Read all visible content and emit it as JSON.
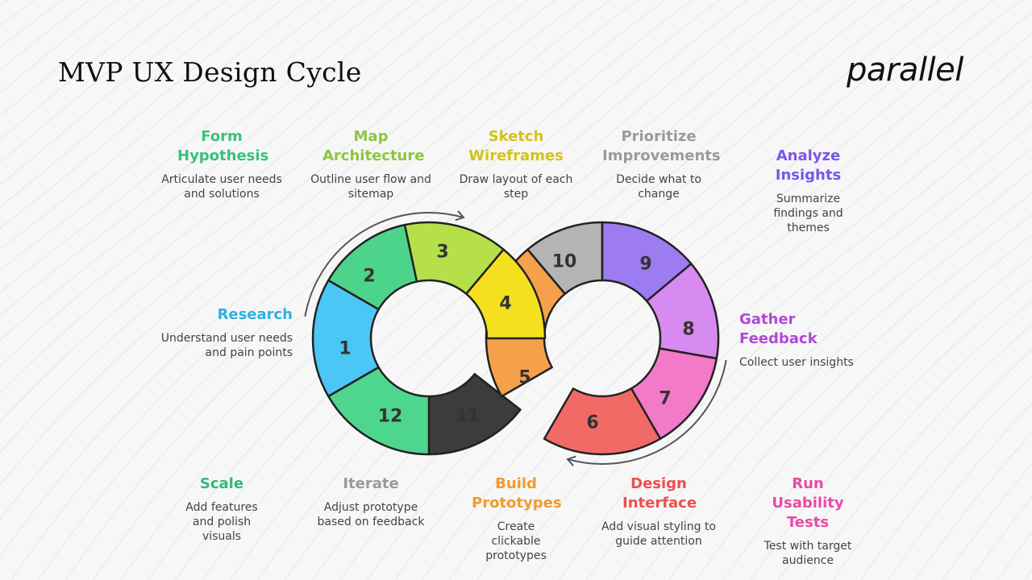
{
  "title": "MVP UX Design Cycle",
  "logo": "parallel",
  "steps": [
    {
      "num": "1",
      "heading": "Research",
      "desc": "Understand user needs and pain points",
      "color": "#2bb3e0",
      "fill": "#4cc6f5"
    },
    {
      "num": "2",
      "heading": "Form Hypothesis",
      "desc": "Articulate user needs and solutions",
      "color": "#3cc07a",
      "fill": "#4cd48a"
    },
    {
      "num": "3",
      "heading": "Map Architecture",
      "desc": "Outline user flow and sitemap",
      "color": "#8dc63f",
      "fill": "#b5e04a"
    },
    {
      "num": "4",
      "heading": "Sketch Wireframes",
      "desc": "Draw layout of each step",
      "color": "#d4c21a",
      "fill": "#f5e020"
    },
    {
      "num": "5",
      "heading": "Build Prototypes",
      "desc": "Create clickable prototypes",
      "color": "#f29a2e",
      "fill": "#f5a04a"
    },
    {
      "num": "6",
      "heading": "Design Interface",
      "desc": "Add visual styling to guide attention",
      "color": "#ef4e4e",
      "fill": "#f26a66"
    },
    {
      "num": "7",
      "heading": "Run Usability Tests",
      "desc": "Test with target audience",
      "color": "#e94aa6",
      "fill": "#f27ac8"
    },
    {
      "num": "8",
      "heading": "Gather Feedback",
      "desc": "Collect user insights",
      "color": "#b048d8",
      "fill": "#d78af0"
    },
    {
      "num": "9",
      "heading": "Analyze Insights",
      "desc": "Summarize findings and themes",
      "color": "#7a55e8",
      "fill": "#9c7cf0"
    },
    {
      "num": "10",
      "heading": "Prioritize Improvements",
      "desc": "Decide what to change",
      "color": "#9a9a9a",
      "fill": "#b4b4b4"
    },
    {
      "num": "11",
      "heading": "Iterate",
      "desc": "Adjust prototype based on feedback",
      "color": "#9a9a9a",
      "fill": "#3c3c3c"
    },
    {
      "num": "12",
      "heading": "Scale",
      "desc": "Add features and polish visuals",
      "color": "#34b878",
      "fill": "#4fd68e"
    }
  ]
}
